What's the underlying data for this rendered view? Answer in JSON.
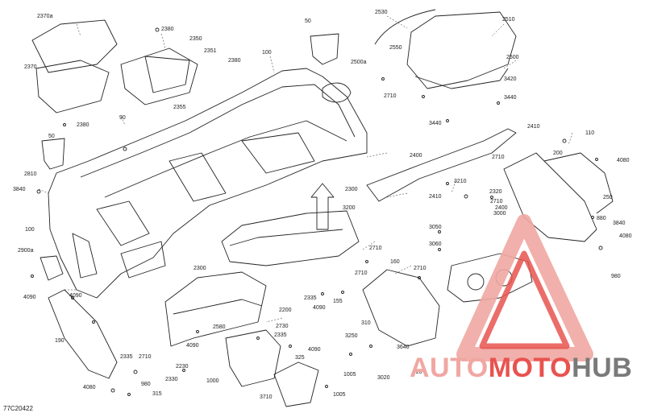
{
  "diagram": {
    "reference_code": "77C20422",
    "callouts": [
      {
        "id": "c1",
        "text": "2370a"
      },
      {
        "id": "c2",
        "text": "2370"
      },
      {
        "id": "c3",
        "text": "2380"
      },
      {
        "id": "c4",
        "text": "2350"
      },
      {
        "id": "c5",
        "text": "2380"
      },
      {
        "id": "c6",
        "text": "2351"
      },
      {
        "id": "c7",
        "text": "2380"
      },
      {
        "id": "c8",
        "text": "2355"
      },
      {
        "id": "c9",
        "text": "50"
      },
      {
        "id": "c10",
        "text": "100"
      },
      {
        "id": "c11",
        "text": "2500a"
      },
      {
        "id": "c12",
        "text": "2530"
      },
      {
        "id": "c13",
        "text": "2550"
      },
      {
        "id": "c14",
        "text": "2510"
      },
      {
        "id": "c15",
        "text": "2500"
      },
      {
        "id": "c16",
        "text": "3420"
      },
      {
        "id": "c17",
        "text": "3440"
      },
      {
        "id": "c18",
        "text": "3440"
      },
      {
        "id": "c19",
        "text": "2710"
      },
      {
        "id": "c20",
        "text": "90"
      },
      {
        "id": "c21",
        "text": "2410"
      },
      {
        "id": "c22",
        "text": "2710"
      },
      {
        "id": "c23",
        "text": "110"
      },
      {
        "id": "c24",
        "text": "200"
      },
      {
        "id": "c25",
        "text": "4080"
      },
      {
        "id": "c26",
        "text": "50"
      },
      {
        "id": "c27",
        "text": "2810"
      },
      {
        "id": "c28",
        "text": "3840"
      },
      {
        "id": "c29",
        "text": "2400"
      },
      {
        "id": "c30",
        "text": "3210"
      },
      {
        "id": "c31",
        "text": "250"
      },
      {
        "id": "c32",
        "text": "2320"
      },
      {
        "id": "c33",
        "text": "2710"
      },
      {
        "id": "c34",
        "text": "2300"
      },
      {
        "id": "c35",
        "text": "2410"
      },
      {
        "id": "c36",
        "text": "3000"
      },
      {
        "id": "c37",
        "text": "3050"
      },
      {
        "id": "c38",
        "text": "3060"
      },
      {
        "id": "c39",
        "text": "880"
      },
      {
        "id": "c40",
        "text": "3840"
      },
      {
        "id": "c41",
        "text": "4080"
      },
      {
        "id": "c42",
        "text": "100"
      },
      {
        "id": "c43",
        "text": "2900a"
      },
      {
        "id": "c44",
        "text": "2710"
      },
      {
        "id": "c45",
        "text": "980"
      },
      {
        "id": "c46",
        "text": "2710"
      },
      {
        "id": "c47",
        "text": "160"
      },
      {
        "id": "c48",
        "text": "2710"
      },
      {
        "id": "c49",
        "text": "2300"
      },
      {
        "id": "c50",
        "text": "2335"
      },
      {
        "id": "c51",
        "text": "4090"
      },
      {
        "id": "c52",
        "text": "155"
      },
      {
        "id": "c53",
        "text": "4090"
      },
      {
        "id": "c54",
        "text": "2200"
      },
      {
        "id": "c55",
        "text": "4090"
      },
      {
        "id": "c56",
        "text": "2730"
      },
      {
        "id": "c57",
        "text": "2580"
      },
      {
        "id": "c58",
        "text": "310"
      },
      {
        "id": "c59",
        "text": "2335"
      },
      {
        "id": "c60",
        "text": "3250"
      },
      {
        "id": "c61",
        "text": "190"
      },
      {
        "id": "c62",
        "text": "2335"
      },
      {
        "id": "c63",
        "text": "2710"
      },
      {
        "id": "c64",
        "text": "4090"
      },
      {
        "id": "c65",
        "text": "2330"
      },
      {
        "id": "c66",
        "text": "4090"
      },
      {
        "id": "c67",
        "text": "2230"
      },
      {
        "id": "c68",
        "text": "1000"
      },
      {
        "id": "c69",
        "text": "325"
      },
      {
        "id": "c70",
        "text": "3640"
      },
      {
        "id": "c71",
        "text": "4080"
      },
      {
        "id": "c72",
        "text": "980"
      },
      {
        "id": "c73",
        "text": "315"
      },
      {
        "id": "c74",
        "text": "1005"
      },
      {
        "id": "c75",
        "text": "1005"
      },
      {
        "id": "c76",
        "text": "3710"
      },
      {
        "id": "c77",
        "text": "920"
      },
      {
        "id": "c78",
        "text": "3020"
      },
      {
        "id": "c79",
        "text": "2400"
      },
      {
        "id": "c80",
        "text": "3200"
      }
    ]
  },
  "watermark": {
    "text_part1": "AUTO",
    "text_part2": "MOTO",
    "text_part3": "HUB",
    "colors": {
      "red": "#e8534f",
      "red_light": "#f0a7a2",
      "gray": "#7a7a7a"
    }
  }
}
